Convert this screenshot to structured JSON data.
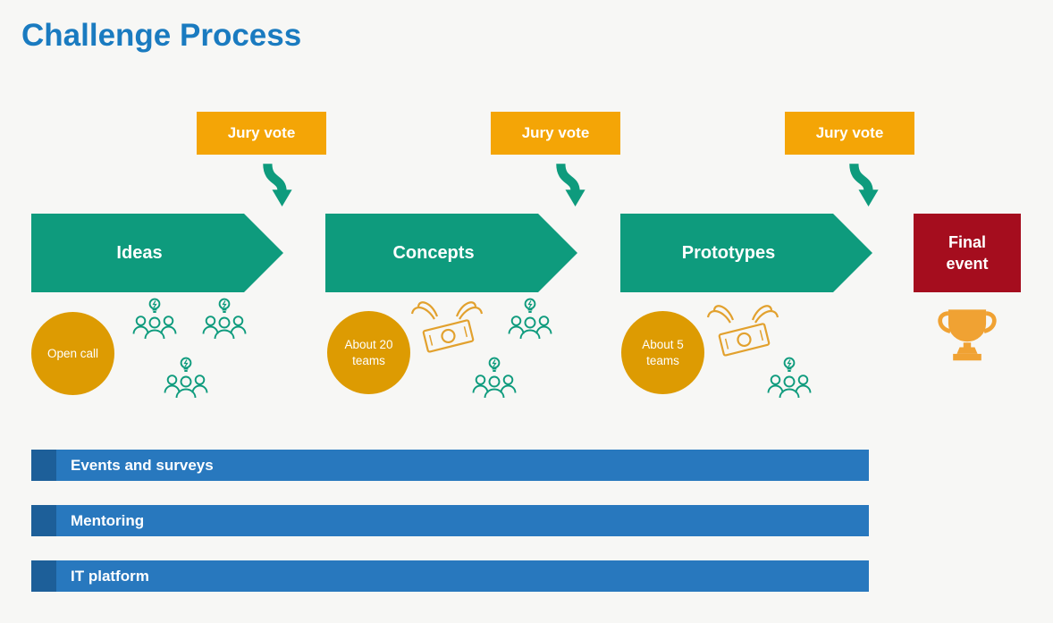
{
  "page": {
    "title": "Challenge Process"
  },
  "jury_votes": [
    {
      "label": "Jury vote"
    },
    {
      "label": "Jury vote"
    },
    {
      "label": "Jury vote"
    }
  ],
  "stages": [
    {
      "label": "Ideas",
      "badge": "Open call"
    },
    {
      "label": "Concepts",
      "badge": "About 20 teams"
    },
    {
      "label": "Prototypes",
      "badge": "About 5 teams"
    }
  ],
  "final_event": {
    "label": "Final event"
  },
  "support_bars": [
    {
      "label": "Events and surveys"
    },
    {
      "label": "Mentoring"
    },
    {
      "label": "IT platform"
    }
  ],
  "icons": {
    "jury_arrow": "curved-down-arrow-icon",
    "team": "team-with-lightbulb-icon",
    "money": "winged-money-icon",
    "trophy": "trophy-icon"
  },
  "colors": {
    "title_blue": "#1a7bc0",
    "jury_orange": "#f4a506",
    "circle_orange": "#dd9b02",
    "stage_teal": "#0e9b7d",
    "final_red": "#a50d1e",
    "bar_blue": "#2878be",
    "bar_blue_dark": "#1d5f99",
    "background": "#f7f7f5"
  }
}
